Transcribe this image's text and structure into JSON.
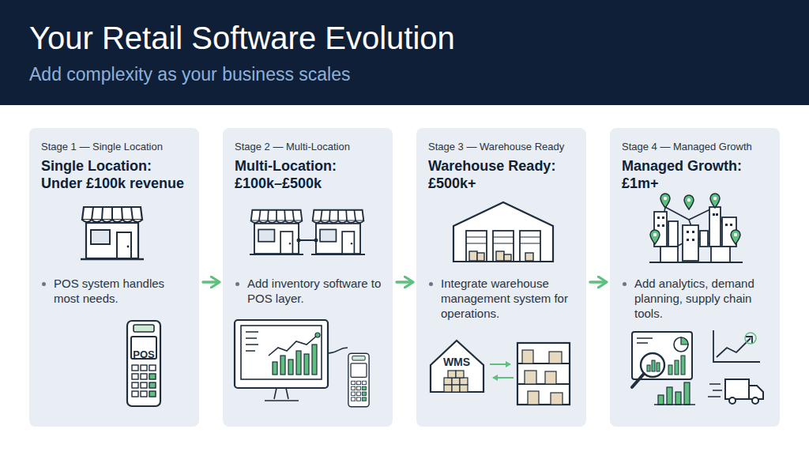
{
  "diagram": {
    "title": "Your Retail Software Evolution",
    "nodes": [
      {
        "text": [
          "Stage 1 — Single Location",
          "Single Location: Under £100k revenue",
          "POS system handles most needs."
        ]
      },
      {
        "text": [
          "Stage 2 — Multi-Location",
          "Multi-Location: £100k–£500k",
          "Add inventory software to POS layer."
        ]
      },
      {
        "text": [
          "Stage 3 — Warehouse Ready",
          "Warehouse Ready: £500k+",
          "Integrate warehouse management system for operations."
        ]
      },
      {
        "text": [
          "Stage 4 — Managed Growth",
          "Managed Growth: £1m+",
          "Add analytics, demand planning, supply chain tools."
        ]
      }
    ],
    "edges": [
      {
        "from": 0,
        "to": 1,
        "arrow": "to"
      },
      {
        "from": 1,
        "to": 2,
        "arrow": "to"
      },
      {
        "from": 2,
        "to": 3,
        "arrow": "to"
      }
    ],
    "labels": [
      "Add complexity as your business scales",
      "POS",
      "WMS"
    ]
  }
}
